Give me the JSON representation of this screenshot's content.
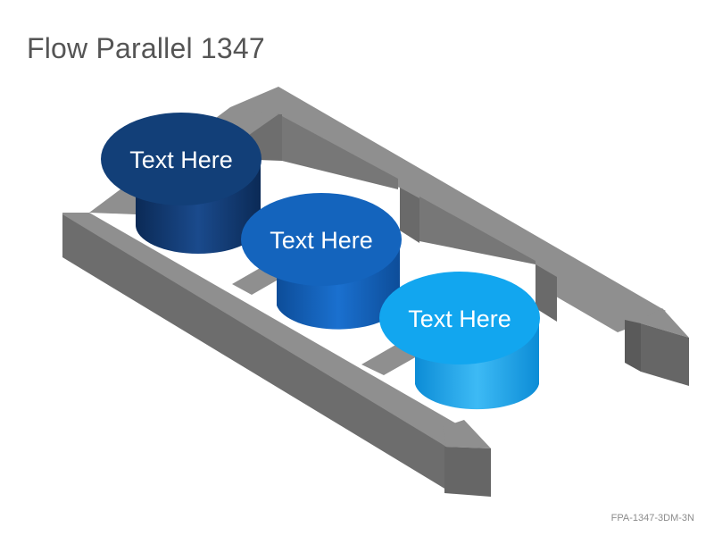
{
  "title": "Flow Parallel 1347",
  "code": "FPA-1347-3DM-3N",
  "discs": [
    {
      "label": "Text Here",
      "top_color": "#123f78",
      "side_dark": "#0b2a56",
      "side_light": "#1a4a8c"
    },
    {
      "label": "Text Here",
      "top_color": "#1464bd",
      "side_dark": "#0d4d99",
      "side_light": "#1a70cf"
    },
    {
      "label": "Text Here",
      "top_color": "#12a6ef",
      "side_dark": "#0c8cd6",
      "side_light": "#3dbaf5"
    }
  ],
  "frame_colors": {
    "top": "#8f8f8f",
    "side": "#6f6f6f",
    "dark": "#5a5a5a"
  }
}
